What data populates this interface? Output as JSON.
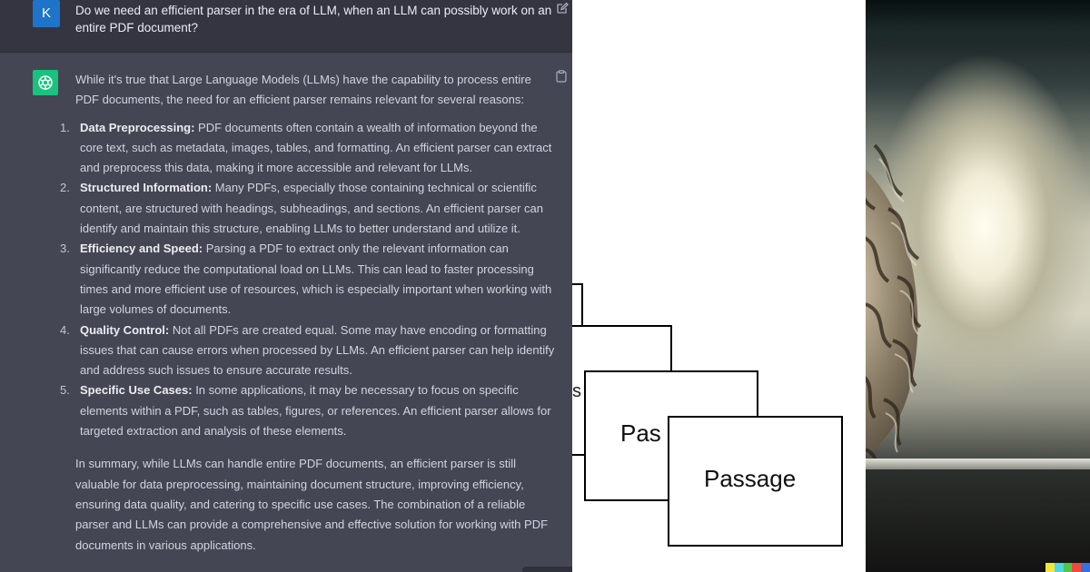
{
  "user_message": {
    "avatar_letter": "K",
    "text": "Do we need an efficient parser in the era of LLM, when an LLM can possibly work on an entire PDF document?"
  },
  "assistant_message": {
    "intro": "While it's true that Large Language Models (LLMs) have the capability to process entire PDF documents, the need for an efficient parser remains relevant for several reasons:",
    "reasons": [
      {
        "num": "1.",
        "title": "Data Preprocessing:",
        "text": " PDF documents often contain a wealth of information beyond the core text, such as metadata, images, tables, and formatting. An efficient parser can extract and preprocess this data, making it more accessible and relevant for LLMs."
      },
      {
        "num": "2.",
        "title": "Structured Information:",
        "text": " Many PDFs, especially those containing technical or scientific content, are structured with headings, subheadings, and sections. An efficient parser can identify and maintain this structure, enabling LLMs to better understand and utilize it."
      },
      {
        "num": "3.",
        "title": "Efficiency and Speed:",
        "text": " Parsing a PDF to extract only the relevant information can significantly reduce the computational load on LLMs. This can lead to faster processing times and more efficient use of resources, which is especially important when working with large volumes of documents."
      },
      {
        "num": "4.",
        "title": "Quality Control:",
        "text": " Not all PDFs are created equal. Some may have encoding or formatting issues that can cause errors when processed by LLMs. An efficient parser can help identify and address such issues to ensure accurate results."
      },
      {
        "num": "5.",
        "title": "Specific Use Cases:",
        "text": " In some applications, it may be necessary to focus on specific elements within a PDF, such as tables, figures, or references. An efficient parser allows for targeted extraction and analysis of these elements."
      }
    ],
    "summary": "In summary, while LLMs can handle entire PDF documents, an efficient parser is still valuable for data preprocessing, maintaining document structure, improving efficiency, ensuring data quality, and catering to specific use cases. The combination of a reliable parser and LLMs can provide a comprehensive and effective solution for working with PDF documents in various applications."
  },
  "icons": {
    "user_edit": "edit-icon",
    "assistant_logo": "openai-logo-icon",
    "copy": "clipboard-icon"
  },
  "diagram": {
    "fragment": "s",
    "back_box_label": "Pas",
    "front_box_label": "Passage"
  },
  "colors": {
    "chat_background": "#444654",
    "user_row_background": "#343541",
    "user_avatar": "#1e74c8",
    "assistant_avatar": "#19c37d",
    "strip_colors": [
      "#f5e43a",
      "#4dd7e6",
      "#4fc64a",
      "#ef4a3b",
      "#3a6fe0"
    ]
  }
}
